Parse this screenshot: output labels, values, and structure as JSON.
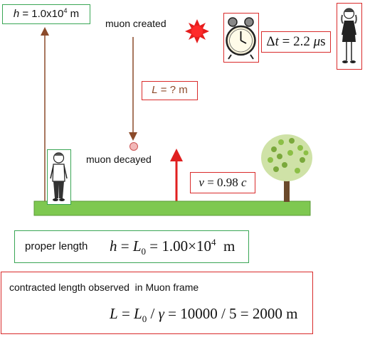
{
  "height_label": {
    "var": "h",
    "eq": " = 1.0x10",
    "exp": "4",
    "unit": " m"
  },
  "muon_created": "muon created",
  "muon_decayed": "muon decayed",
  "length_label": {
    "var": "L",
    "rest": " = ? m"
  },
  "dilation": {
    "delta": "Δ",
    "var": "t",
    "eq": " = 2.2 ",
    "unit_mu": "μ",
    "unit_s": "s"
  },
  "velocity": {
    "var": "v",
    "eq": " = 0.98 ",
    "c": "c"
  },
  "proper": {
    "label": "proper length",
    "h": "h",
    "eq1": " = ",
    "L": "L",
    "sub0": "0",
    "eq2": " = 1.00×10",
    "exp": "4",
    "unit": "  m"
  },
  "contracted": {
    "label": "contracted length observed  in Muon frame",
    "L": "L",
    "eq1": " = ",
    "L0": "L",
    "sub0": "0",
    "slash": " / ",
    "gamma": "γ",
    "rest": " = 10000 / 5 = 2000 m"
  },
  "colors": {
    "green_border": "#3aa655",
    "red_border": "#d92b2b",
    "ground": "#7ec850",
    "brown_arrow": "#8b4a2a",
    "red_arrow": "#e02020",
    "sun": "#e61d1d"
  }
}
